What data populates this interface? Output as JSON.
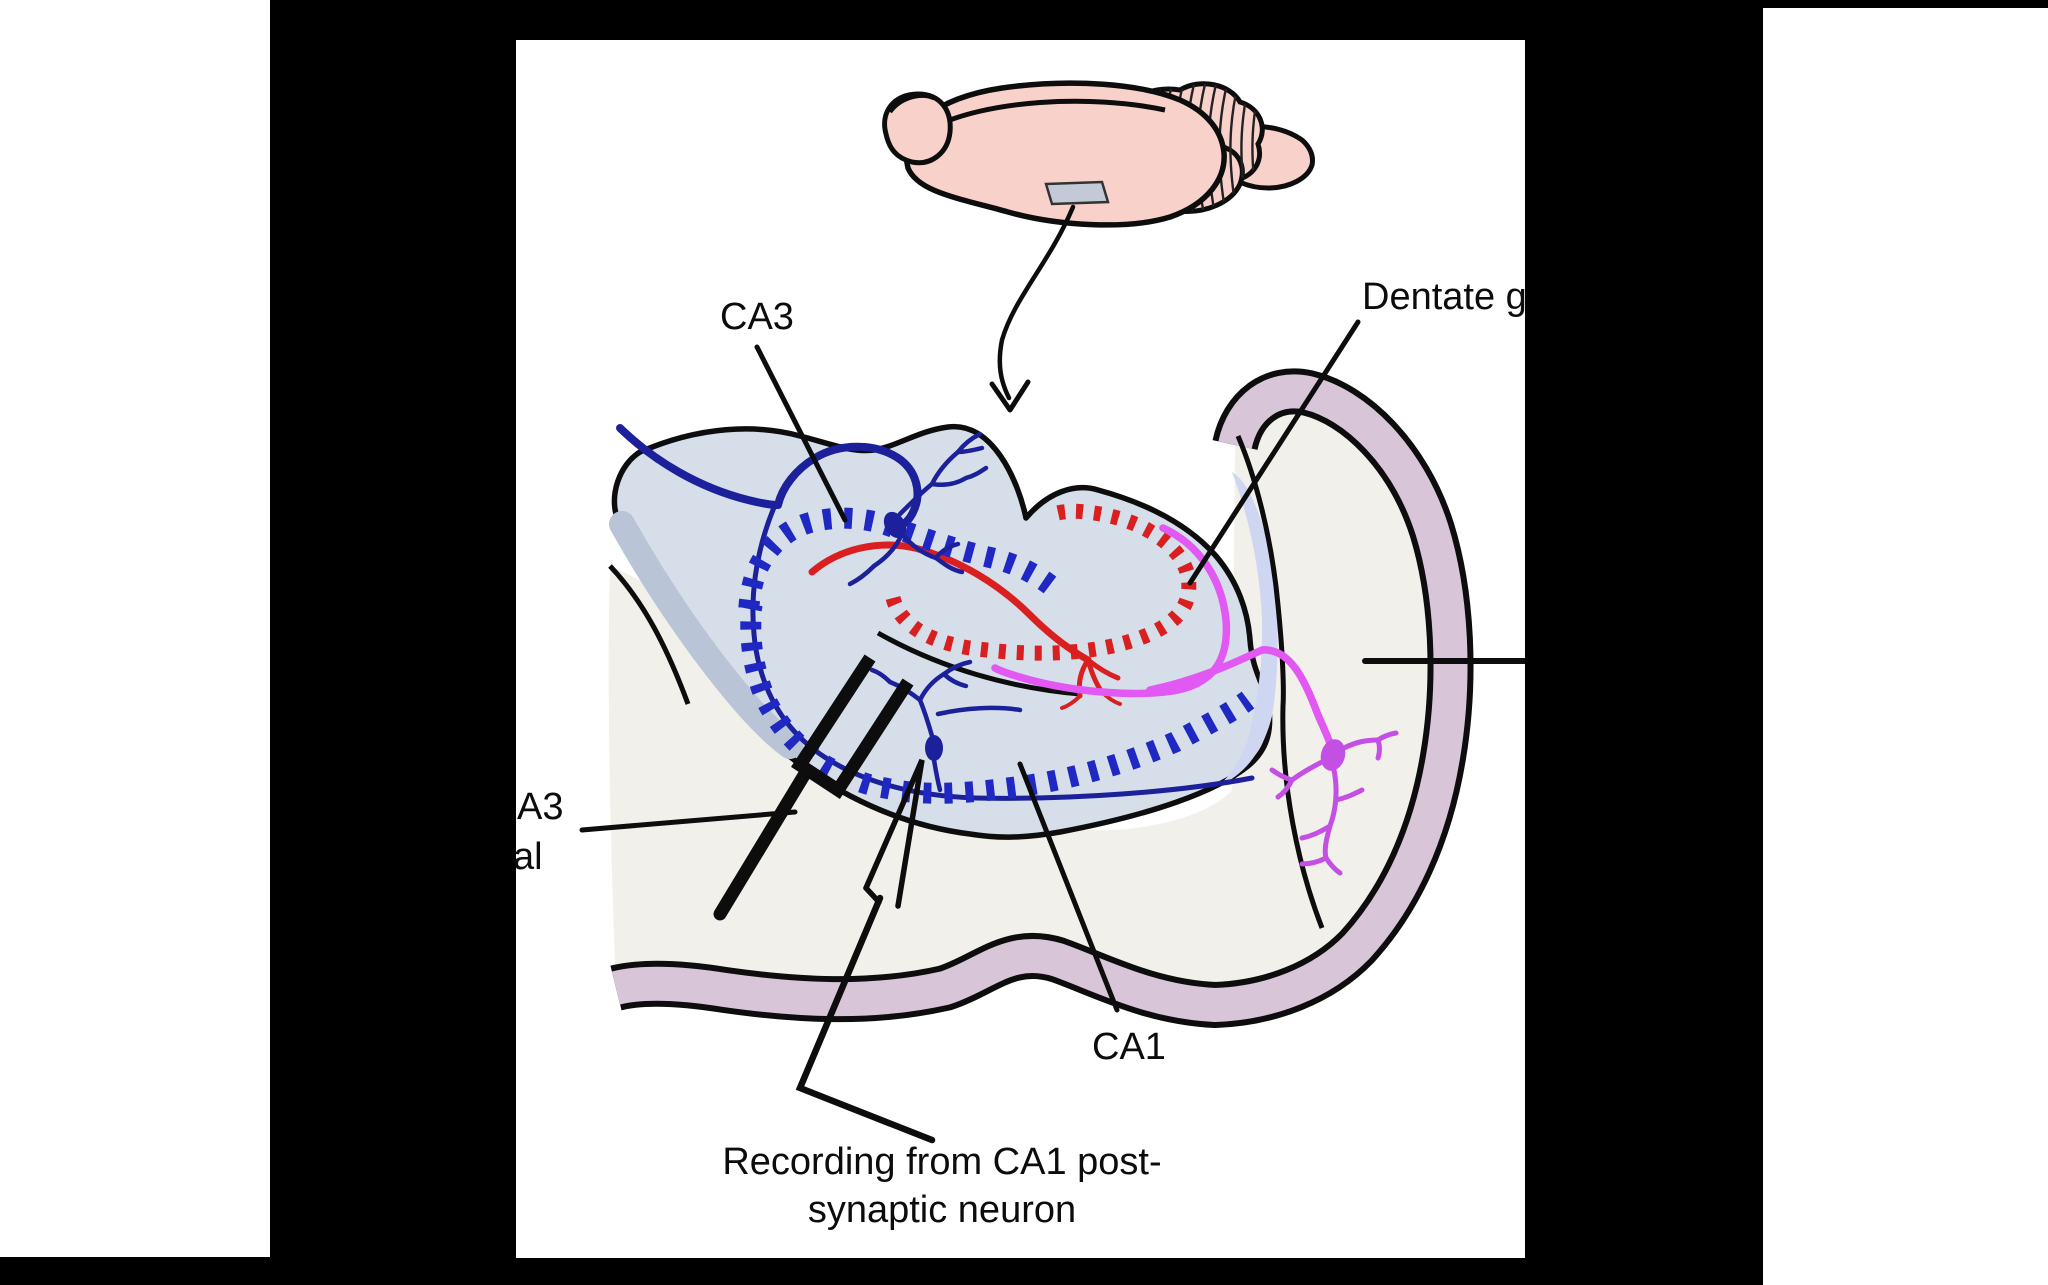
{
  "figure": {
    "title": "hippocampal slice electrophysiology schematic",
    "labels": {
      "ca3": "CA3",
      "dentate_gyrus": "Dentate g",
      "ca1": "CA1",
      "recording_line1": "Recording from CA1 post-",
      "recording_line2": "synaptic neuron",
      "left_label_line1": "A3",
      "left_label_line2": "al"
    },
    "icons": {
      "brain": "rodent-brain-lateral-view-icon",
      "slice_marker": "hippocampus-slice-location-marker",
      "arrow": "curved-arrow-down-icon",
      "stim_electrode": "stimulating-electrode-icon",
      "recording_pipette": "recording-pipette-icon"
    },
    "colors": {
      "background": "#000000",
      "panel": "#ffffff",
      "outline": "#0d0d0d",
      "slice_fill": "#d5dee9",
      "slice_edge_band": "#b9c4d6",
      "slice_right_patch": "#cfd6f2",
      "cortex_fill": "#f2f0ea",
      "cortex_band": "#d8c5d8",
      "navy_line": "#1c209b",
      "pyramidal_dots_blue": "#2028c4",
      "granule_dots_red": "#d91f1f",
      "magenta_line": "#e158f2",
      "magenta_neuron": "#c44fe4",
      "brain_pink": "#f8d2ca",
      "slice_marker_gray": "#c4c9d7",
      "label_text": "#0c0c0c"
    }
  }
}
